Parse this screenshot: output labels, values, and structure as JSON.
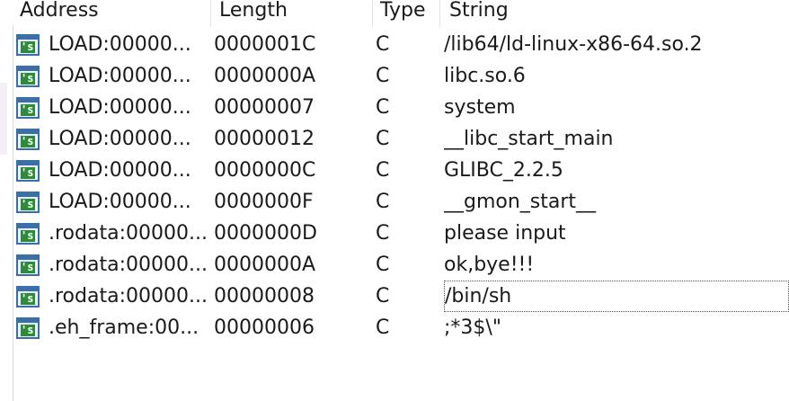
{
  "columns": {
    "address": "Address",
    "length": "Length",
    "type": "Type",
    "string": "String"
  },
  "icon_glyph": "'s'",
  "icon_name": "string-literal-icon",
  "rows": [
    {
      "address": "LOAD:00000...",
      "length": "0000001C",
      "type": "C",
      "string": "/lib64/ld-linux-x86-64.so.2"
    },
    {
      "address": "LOAD:00000...",
      "length": "0000000A",
      "type": "C",
      "string": "libc.so.6"
    },
    {
      "address": "LOAD:00000...",
      "length": "00000007",
      "type": "C",
      "string": "system"
    },
    {
      "address": "LOAD:00000...",
      "length": "00000012",
      "type": "C",
      "string": "__libc_start_main"
    },
    {
      "address": "LOAD:00000...",
      "length": "0000000C",
      "type": "C",
      "string": "GLIBC_2.2.5"
    },
    {
      "address": "LOAD:00000...",
      "length": "0000000F",
      "type": "C",
      "string": "__gmon_start__"
    },
    {
      "address": ".rodata:00000...",
      "length": "0000000D",
      "type": "C",
      "string": "please input"
    },
    {
      "address": ".rodata:00000...",
      "length": "0000000A",
      "type": "C",
      "string": "ok,bye!!!"
    },
    {
      "address": ".rodata:00000...",
      "length": "00000008",
      "type": "C",
      "string": "/bin/sh",
      "selected": true
    },
    {
      "address": ".eh_frame:00...",
      "length": "00000006",
      "type": "C",
      "string": ";*3$\\\""
    }
  ],
  "colors": {
    "icon_border": "#3a6fa8",
    "icon_fill": "#2e8b3a",
    "text": "#1a1a1a"
  }
}
